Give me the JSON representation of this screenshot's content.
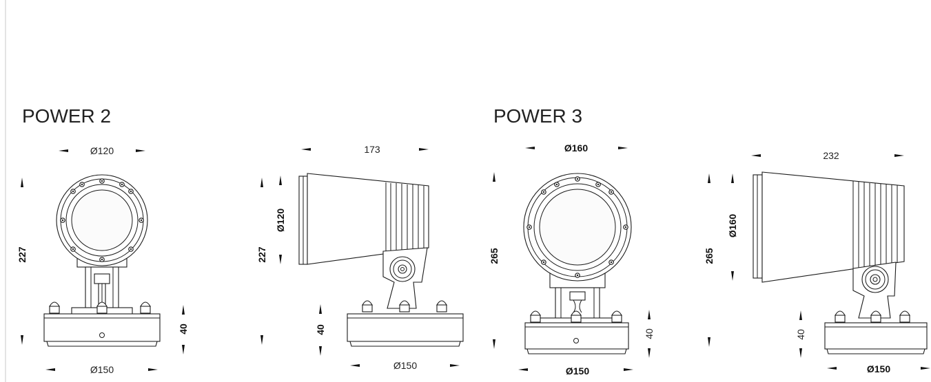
{
  "products": [
    {
      "title": "POWER 2",
      "front": {
        "head_diameter": "Ø120",
        "height": "227",
        "base_diameter": "Ø150",
        "base_height": "40"
      },
      "side": {
        "length": "173",
        "head_diameter": "Ø120",
        "height": "227",
        "base_height": "40",
        "base_diameter": "Ø150"
      }
    },
    {
      "title": "POWER 3",
      "front": {
        "head_diameter": "Ø160",
        "height": "265",
        "base_height": "40",
        "base_diameter": "Ø150"
      },
      "side": {
        "length": "232",
        "head_diameter": "Ø160",
        "height": "265",
        "base_height": "40",
        "base_diameter": "Ø150"
      }
    }
  ],
  "colors": {
    "line": "#1a1a1a",
    "text": "#222222",
    "background": "#ffffff"
  }
}
